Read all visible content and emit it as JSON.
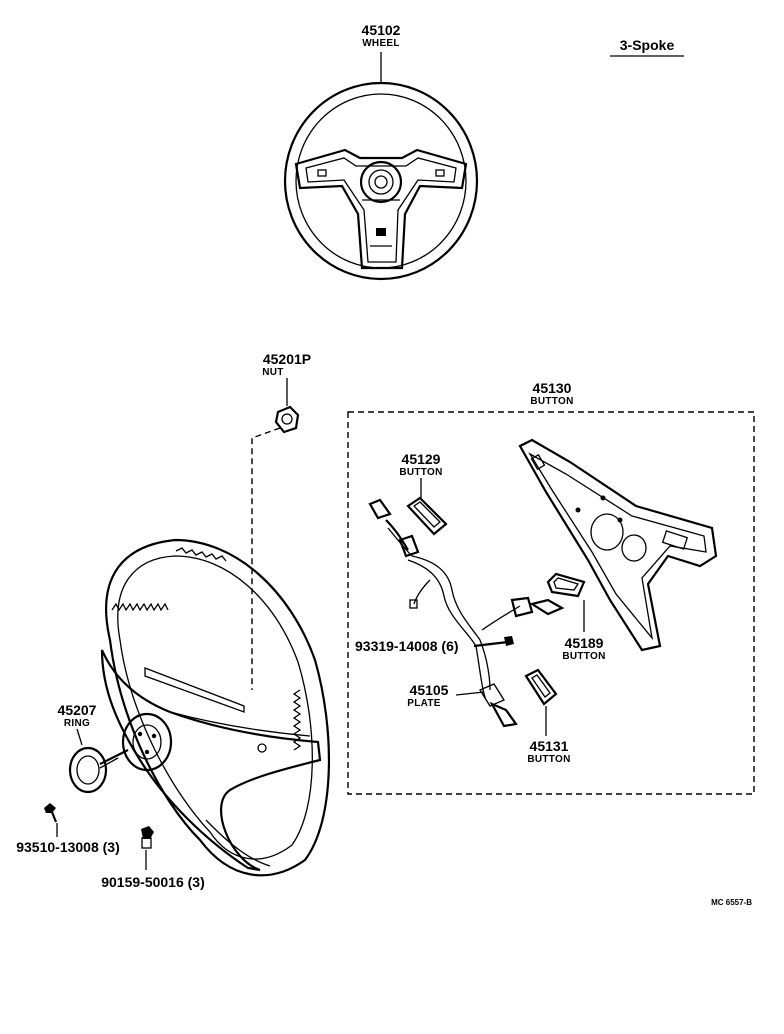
{
  "variant_label": "3-Spoke",
  "drawing_ref": "MC 6557-B",
  "parts": {
    "wheel_top": {
      "number": "45102",
      "name": "WHEEL"
    },
    "nut": {
      "number": "45201P",
      "name": "NUT"
    },
    "button_assy": {
      "number": "45130",
      "name": "BUTTON"
    },
    "button_45129": {
      "number": "45129",
      "name": "BUTTON"
    },
    "screw_93319": {
      "number": "93319-14008 (6)"
    },
    "button_45189": {
      "number": "45189",
      "name": "BUTTON"
    },
    "plate": {
      "number": "45105",
      "name": "PLATE"
    },
    "button_45131": {
      "number": "45131",
      "name": "BUTTON"
    },
    "ring": {
      "number": "45207",
      "name": "RING"
    },
    "screw_93510": {
      "number": "93510-13008 (3)"
    },
    "bolt_90159": {
      "number": "90159-50016 (3)"
    }
  }
}
